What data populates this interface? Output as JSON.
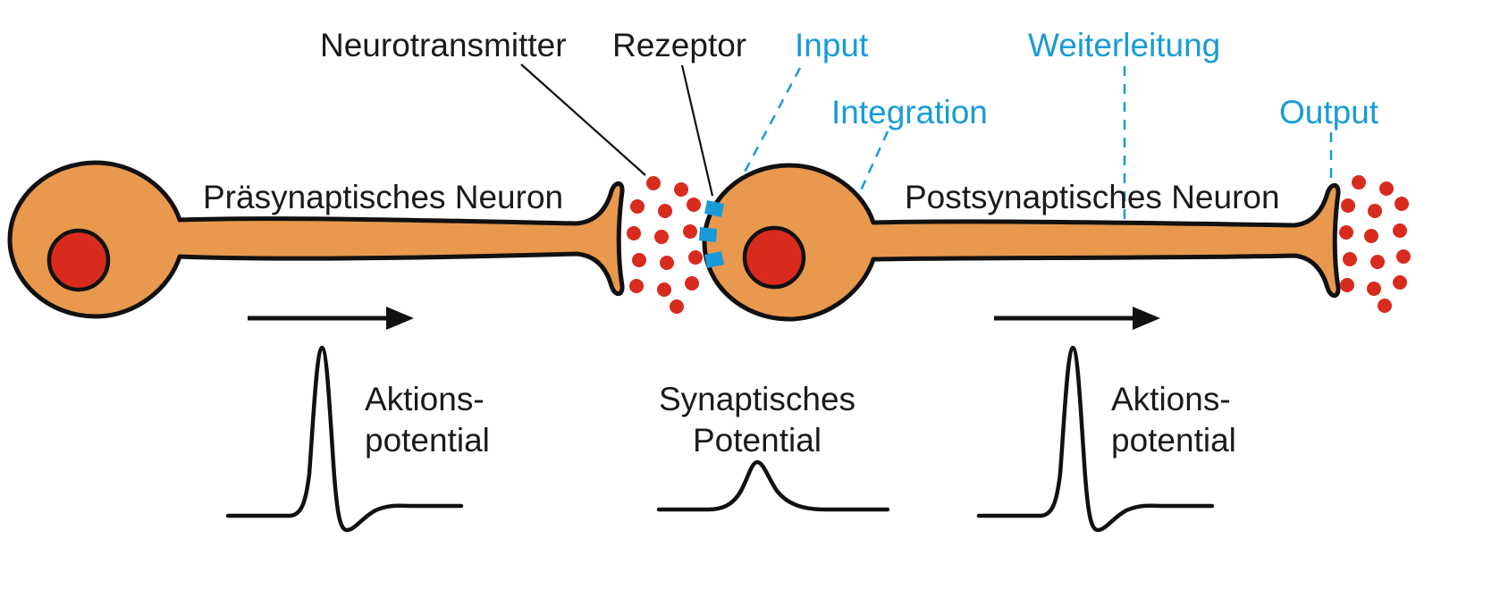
{
  "labels": {
    "neurotransmitter": "Neurotransmitter",
    "rezeptor": "Rezeptor",
    "input": "Input",
    "integration": "Integration",
    "weiterleitung": "Weiterleitung",
    "output": "Output",
    "presynaptic_neuron": "Präsynaptisches Neuron",
    "postsynaptic_neuron": "Postsynaptisches Neuron",
    "action_potential_left": {
      "line1": "Aktions-",
      "line2": "potential"
    },
    "synaptic_potential": {
      "line1": "Synaptisches",
      "line2": "Potential"
    },
    "action_potential_right": {
      "line1": "Aktions-",
      "line2": "potential"
    }
  },
  "icons": {
    "left_flow_arrow": "right-arrow",
    "right_flow_arrow": "right-arrow",
    "neurotransmitter_dots": "red-dot-cluster",
    "output_dots": "red-dot-cluster",
    "receptors": "blue-receptor-studs"
  },
  "colors": {
    "background": "#FFFFFF",
    "neuron_fill": "#E8994D",
    "nucleus_red": "#D92A1E",
    "neurotransmitter_red": "#D92A1E",
    "receptor_blue": "#189BD8",
    "annotation_blue": "#189BD8",
    "line_black": "#111111",
    "text_black": "#1A1A1A"
  }
}
